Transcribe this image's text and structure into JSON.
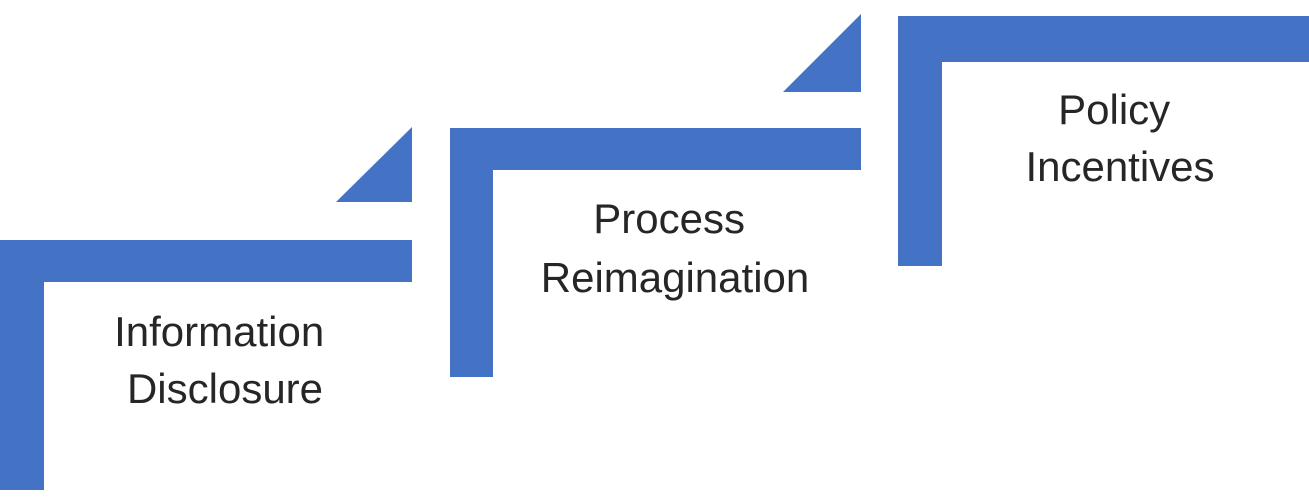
{
  "colors": {
    "accent": "#4472C4",
    "text": "#262626",
    "background": "#FFFFFF"
  },
  "steps": [
    {
      "line1": "Information",
      "line2": "Disclosure"
    },
    {
      "line1": "Process",
      "line2": "Reimagination"
    },
    {
      "line1": "Policy",
      "line2": "Incentives"
    }
  ]
}
